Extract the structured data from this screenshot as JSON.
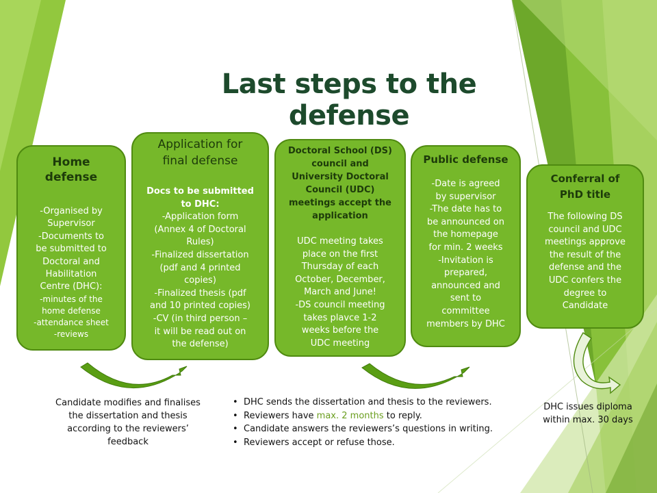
{
  "title": "Last steps to the defense",
  "colors": {
    "box_fill": "#76b82a",
    "box_border": "#4f8a10",
    "title": "#1d4a2c",
    "arrow": "#5a9e14",
    "highlight": "#6a9e1f"
  },
  "steps": [
    {
      "title": [
        "Home",
        "defense"
      ],
      "body": [
        "-Organised by",
        "Supervisor",
        "-Documents to",
        "be submitted to",
        "Doctoral and",
        "Habilitation",
        "Centre (DHC):"
      ],
      "body_small": [
        "-minutes of the",
        "home defense",
        "-attendance sheet",
        "-reviews"
      ]
    },
    {
      "title": [
        "Application for",
        "final defense"
      ],
      "body_bold": [
        "Docs to be submitted",
        "to DHC:"
      ],
      "body": [
        "-Application form",
        "(Annex 4 of Doctoral",
        "Rules)",
        "-Finalized dissertation",
        "(pdf and 4 printed",
        "copies)",
        "-Finalized thesis (pdf",
        "and 10 printed copies)",
        "-CV (in third person –",
        "it will be read out on",
        "the defense)"
      ]
    },
    {
      "title": [
        "Doctoral School (DS)",
        "council and",
        "University Doctoral",
        "Council (UDC)",
        "meetings accept the",
        "application"
      ],
      "body": [
        "UDC meeting takes",
        "place on the first",
        "Thursday of each",
        "October, December,",
        "March and June!",
        "-DS council meeting",
        "takes plavce 1-2",
        "weeks before the",
        "UDC meeting"
      ]
    },
    {
      "title": [
        "Public defense"
      ],
      "body": [
        "-Date is agreed",
        "by supervisor",
        "-The date has to",
        "be announced on",
        "the homepage",
        "for min. 2 weeks",
        "-Invitation is",
        "prepared,",
        "announced and",
        "sent to",
        "committee",
        "members by DHC"
      ]
    },
    {
      "title": [
        "Conferral of",
        "PhD title"
      ],
      "body": [
        "The following DS",
        "council and UDC",
        "meetings approve",
        "the result of the",
        "defense and the",
        "UDC confers the",
        "degree to",
        "Candidate"
      ]
    }
  ],
  "notes": {
    "left": [
      "Candidate modifies and finalises",
      "the dissertation and thesis",
      "according to the reviewers’",
      "feedback"
    ],
    "middle_bullet": "•",
    "middle": [
      {
        "before": "DHC sends the dissertation and thesis to the reviewers.",
        "highlight": "",
        "after": ""
      },
      {
        "before": "Reviewers have ",
        "highlight": "max. 2 months",
        "after": " to reply."
      },
      {
        "before": "Candidate answers the reviewers’s questions in writing.",
        "highlight": "",
        "after": ""
      },
      {
        "before": "Reviewers accept or refuse those.",
        "highlight": "",
        "after": ""
      }
    ],
    "right": [
      "DHC issues diploma",
      "within max. 30 days"
    ]
  }
}
